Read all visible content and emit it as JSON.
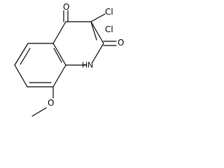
{
  "molecule": {
    "atoms": {
      "o_top": "O",
      "cl_upper": "Cl",
      "cl_lower": "Cl",
      "o_right": "O",
      "nh": "H",
      "n": "N",
      "o_methoxy": "O"
    }
  }
}
